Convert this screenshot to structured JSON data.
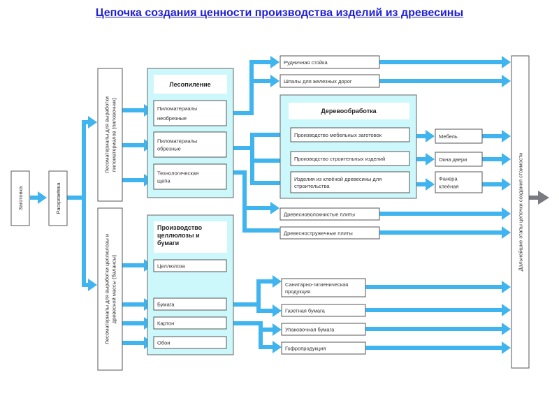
{
  "title": "Цепочка создания ценности производства изделий из древесины",
  "colors": {
    "arrow": "#3fb4ee",
    "panel": "#ccf7fb",
    "title": "#1f1fd6",
    "final_arrow": "#7a7a82"
  },
  "stages": {
    "harvest": "Заготовка",
    "bucking": "Раскряжёвка",
    "sawlogs": [
      "Лесоматериалы для выработки",
      "пиломатериалов (пиловочник)"
    ],
    "pulpwood": [
      "Лесоматериалы для выработки целлюлозы и",
      "древесной массы (балансы)"
    ]
  },
  "sawmilling": {
    "title": "Лесопиление",
    "items": [
      [
        "Пиломатериалы",
        "необрезные"
      ],
      [
        "Пиломатериалы",
        "обрезные"
      ],
      [
        "Технологическая",
        "щепа"
      ]
    ]
  },
  "woodworking": {
    "title": "Деревообработка",
    "items": [
      [
        "Производство мебельных заготовок"
      ],
      [
        "Производство строительных изделий"
      ],
      [
        "Изделия из клеёной древесины для",
        "строительства"
      ]
    ],
    "outputs": [
      [
        "Мебель"
      ],
      [
        "Окна двери"
      ],
      [
        "Фанера",
        "клеёная"
      ]
    ]
  },
  "direct_products": [
    "Рудничная стойка",
    "Шпалы для железных дорог"
  ],
  "boards": [
    "Древесноволокнистые плиты",
    "Древесностружечные плиты"
  ],
  "pulp": {
    "title": [
      "Производство",
      "целлюлозы и",
      "бумаги"
    ],
    "items": [
      "Целлюлоза",
      "Бумага",
      "Картон",
      "Обои"
    ]
  },
  "paper_products": [
    [
      "Санитарно-гигиеническая",
      "продукция"
    ],
    [
      "Газетная бумага"
    ],
    [
      "Упаковочная бумага"
    ],
    [
      "Гофропродукция"
    ]
  ],
  "final_stage": "Дальнейшие этапы цепочки создания стоимости"
}
